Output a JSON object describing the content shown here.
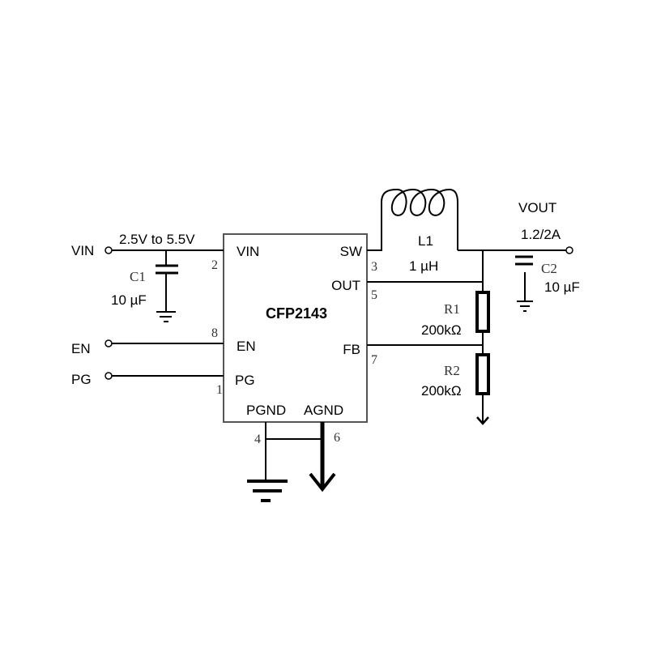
{
  "ic": {
    "name": "CFP2143",
    "pins": {
      "vin": "VIN",
      "sw": "SW",
      "out": "OUT",
      "en": "EN",
      "fb": "FB",
      "pg": "PG",
      "pgnd": "PGND",
      "agnd": "AGND"
    },
    "pin_numbers": {
      "vin": "2",
      "sw": "3",
      "out": "5",
      "en": "8",
      "fb": "7",
      "pg": "1",
      "pgnd": "4",
      "agnd": "6"
    }
  },
  "input": {
    "label": "VIN",
    "range": "2.5V to 5.5V"
  },
  "en": {
    "label": "EN"
  },
  "pg": {
    "label": "PG"
  },
  "c1": {
    "name": "C1",
    "value": "10 µF"
  },
  "c2": {
    "name": "C2",
    "value": "10 µF"
  },
  "l1": {
    "name": "L1",
    "value": "1 µH"
  },
  "r1": {
    "name": "R1",
    "value": "200kΩ"
  },
  "r2": {
    "name": "R2",
    "value": "200kΩ"
  },
  "output": {
    "label": "VOUT",
    "rating": "1.2/2A"
  }
}
